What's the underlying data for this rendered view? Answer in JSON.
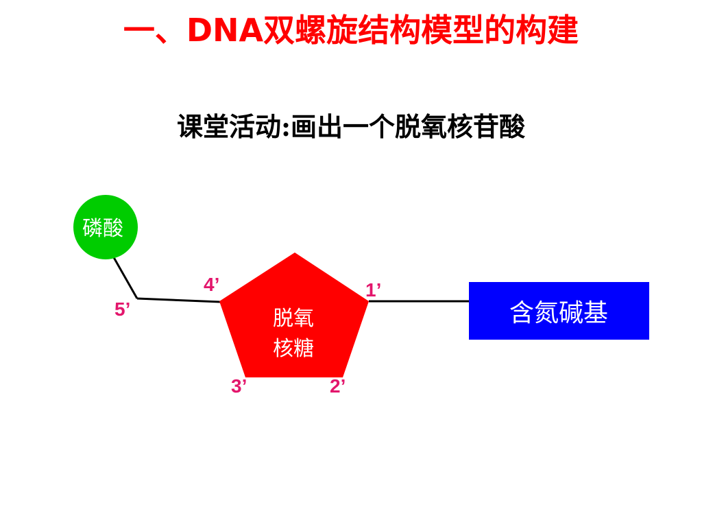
{
  "slide": {
    "title": "一、DNA双螺旋结构模型的构建",
    "subtitle": "课堂活动:画出一个脱氧核苷酸"
  },
  "diagram": {
    "phosphate": {
      "label": "磷酸",
      "color": "#00cc00"
    },
    "sugar": {
      "label_line1": "脱氧",
      "label_line2": "核糖",
      "color": "#ff0000"
    },
    "base": {
      "label": "含氮碱基",
      "color": "#0000ff"
    },
    "carbon_positions": {
      "c1": "1’",
      "c2": "2’",
      "c3": "3’",
      "c4": "4’",
      "c5": "5’"
    },
    "position_label_color": "#e3166c",
    "bond_color": "#000000"
  }
}
